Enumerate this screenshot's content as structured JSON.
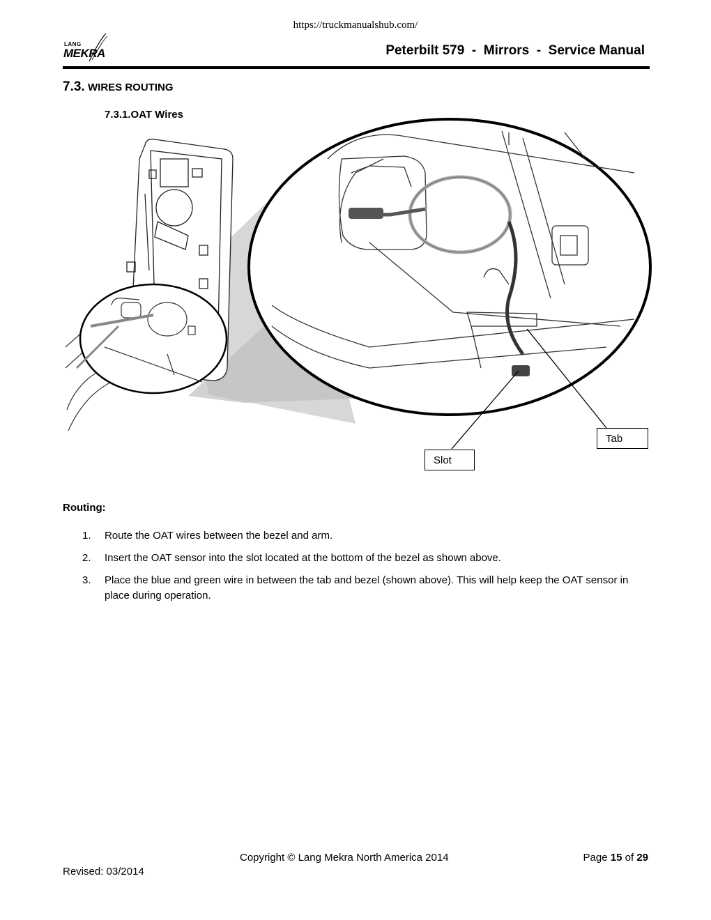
{
  "url_text": "https://truckmanualshub.com/",
  "logo": {
    "lang": "LANG",
    "mekra": "MEKRA"
  },
  "header": {
    "title": "Peterbilt 579  -  Mirrors  -  Service Manual"
  },
  "section": {
    "number": "7.3.",
    "title": "WIRES ROUTING"
  },
  "subsection": {
    "title": "7.3.1.OAT Wires"
  },
  "figure": {
    "callouts": {
      "tab": "Tab",
      "slot": "Slot"
    },
    "line_color": "#000000",
    "shade_color": "#c8c8c8"
  },
  "routing": {
    "heading": "Routing:",
    "steps": [
      {
        "num": "1.",
        "text": "Route the OAT wires between the bezel and arm."
      },
      {
        "num": "2.",
        "text": "Insert the OAT sensor into the slot located at the bottom of the bezel as shown above."
      },
      {
        "num": "3.",
        "text": "Place the blue and green wire in between the tab and bezel (shown above).  This will help keep the OAT sensor in place during operation."
      }
    ]
  },
  "footer": {
    "copyright": "Copyright © Lang Mekra North America 2014",
    "page_label": "Page",
    "page_current": "15",
    "page_of": "of",
    "page_total": "29",
    "revised": "Revised: 03/2014"
  }
}
